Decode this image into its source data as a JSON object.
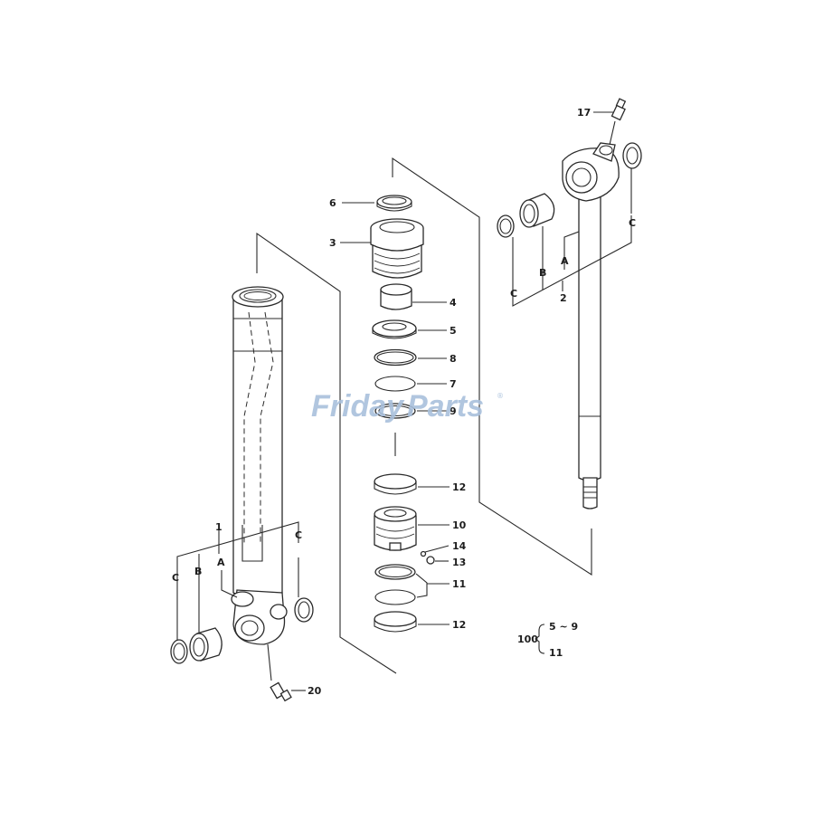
{
  "watermark": {
    "part1": "Friday",
    "part2": "Parts",
    "mark": "®",
    "color1": "#a9c0dc",
    "color2": "#f2a23c"
  },
  "labels": {
    "l1": "1",
    "l2": "2",
    "l3": "3",
    "l4": "4",
    "l5": "5",
    "l6": "6",
    "l7": "7",
    "l8": "8",
    "l9": "9",
    "l10": "10",
    "l11": "11",
    "l12a": "12",
    "l12b": "12",
    "l13": "13",
    "l14": "14",
    "l17": "17",
    "l20": "20",
    "left_a": "A",
    "left_b": "B",
    "left_c1": "C",
    "left_c2": "C",
    "right_a": "A",
    "right_b": "B",
    "right_c1": "C",
    "right_c2": "C",
    "kit_num": "100",
    "kit_range": "5 ~ 9",
    "kit_item": "11"
  }
}
